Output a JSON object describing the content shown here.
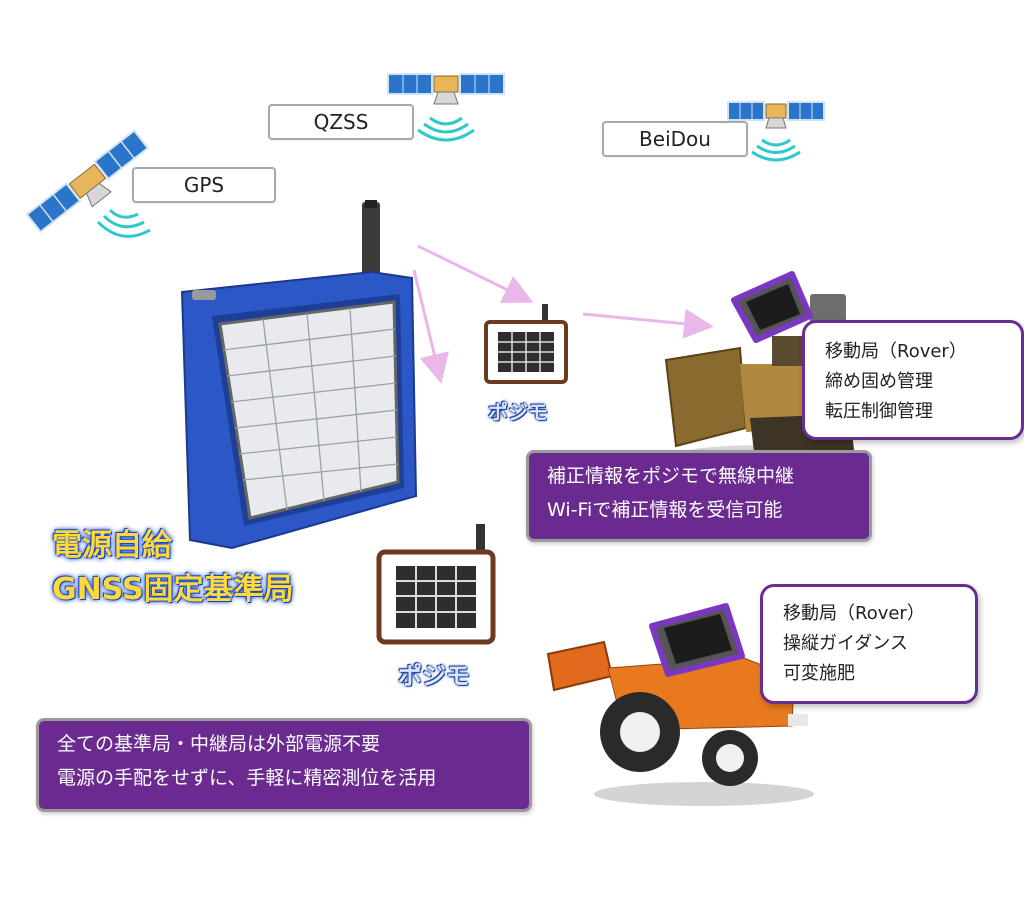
{
  "satellites": [
    {
      "name": "GPS",
      "label": "GPS"
    },
    {
      "name": "QZSS",
      "label": "QZSS"
    },
    {
      "name": "BeiDou",
      "label": "BeiDou"
    }
  ],
  "base_station": {
    "title_line1": "電源自給",
    "title_line2": "GNSS固定基準局"
  },
  "repeaters": [
    {
      "label": "ポジモ"
    },
    {
      "label": "ポジモ"
    }
  ],
  "relay_note": {
    "line1": "補正情報をポジモで無線中継",
    "line2": "Wi-Fiで補正情報を受信可能"
  },
  "rover_bulldozer": {
    "line1": "移動局（Rover）",
    "line2": "締め固め管理",
    "line3": "転圧制御管理"
  },
  "rover_tractor": {
    "line1": "移動局（Rover）",
    "line2": "操縦ガイダンス",
    "line3": "可変施肥"
  },
  "power_note": {
    "line1": "全ての基準局・中継局は外部電源不要",
    "line2": "電源の手配をせずに、手軽に精密測位を活用"
  },
  "colors": {
    "purple": "#6b2a8f",
    "panel_blue": "#2f5fd0",
    "arrow_pink": "#e9b7ea",
    "title_yellow": "#ffd83a",
    "signal_cyan": "#2ec9c9"
  }
}
